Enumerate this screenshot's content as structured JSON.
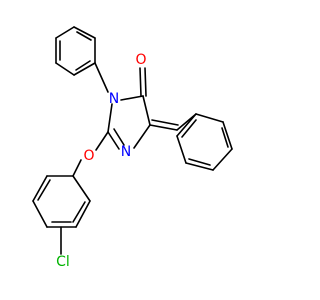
{
  "molecule": {
    "atoms": {
      "O_carbonyl": {
        "symbol": "O",
        "color": "#ff0000"
      },
      "N3": {
        "symbol": "N",
        "color": "#0000ff"
      },
      "N1": {
        "symbol": "N",
        "color": "#0000ff"
      },
      "O_ether": {
        "symbol": "O",
        "color": "#ff0000"
      },
      "Cl": {
        "symbol": "Cl",
        "color": "#00b400"
      }
    },
    "bond_color": "#000000"
  }
}
